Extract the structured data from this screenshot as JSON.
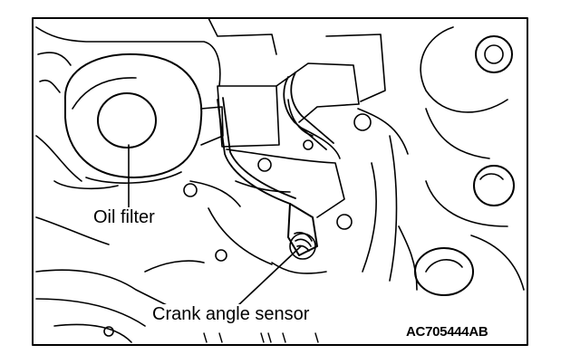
{
  "labels": {
    "oil_filter": "Oil filter",
    "crank_angle_sensor": "Crank angle sensor"
  },
  "reference_code": "AC705444AB",
  "colors": {
    "line": "#000000",
    "background": "#ffffff"
  }
}
